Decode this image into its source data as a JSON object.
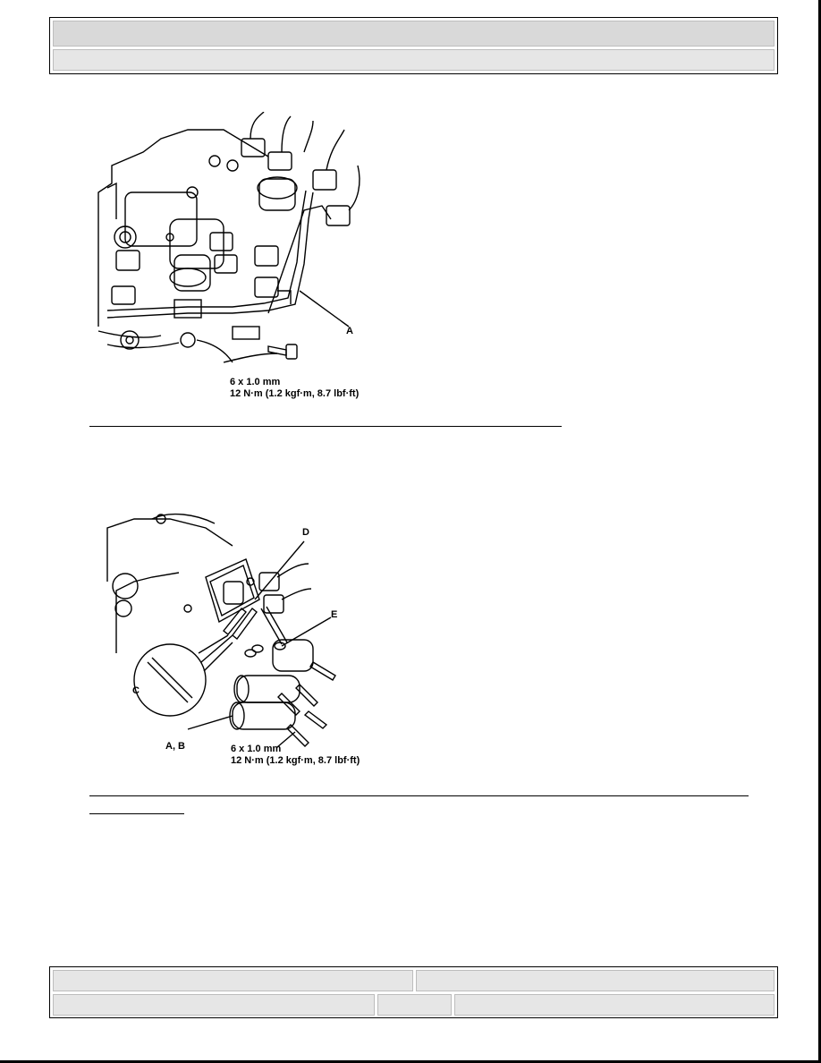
{
  "header": {
    "title": "",
    "subtitle": ""
  },
  "figure1": {
    "callout_a": "A",
    "bolt_size": "6 x 1.0 mm",
    "torque": "12 N·m (1.2 kgf·m, 8.7 lbf·ft)"
  },
  "figure2": {
    "callout_d": "D",
    "callout_e": "E",
    "callout_c": "C",
    "callout_ab": "A, B",
    "bolt_size": "6 x 1.0 mm",
    "torque": "12 N·m (1.2 kgf·m, 8.7 lbf·ft)"
  },
  "footer": {
    "cell1": "",
    "cell2": "",
    "cell3": "",
    "cell4": "",
    "cell5": ""
  }
}
